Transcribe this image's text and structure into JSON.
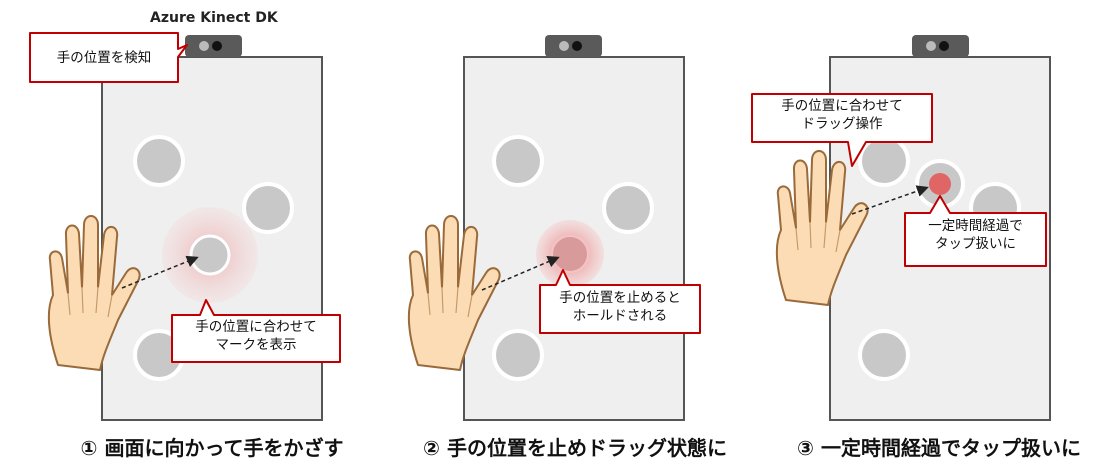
{
  "device_label": "Azure Kinect DK",
  "panels": [
    {
      "callouts": [
        {
          "text": "手の位置を検知"
        },
        {
          "text": "手の位置に合わせて\nマークを表示"
        }
      ],
      "caption": "① 画面に向かって手をかざす"
    },
    {
      "callouts": [
        {
          "text": "手の位置を止めると\nホールドされる"
        }
      ],
      "caption": "② 手の位置を止めドラッグ状態に"
    },
    {
      "callouts": [
        {
          "text": "手の位置に合わせて\nドラッグ操作"
        },
        {
          "text": "一定時間経過で\nタップ扱いに"
        }
      ],
      "caption": "③ 一定時間経過でタップ扱いに"
    }
  ],
  "colors": {
    "screen_fill": "#efefef",
    "screen_border": "#555555",
    "button_grey": "#c8c8c8",
    "callout_border": "#c00000",
    "mark_red": "#e06666",
    "hand_fill": "#fbdcb4",
    "hand_stroke": "#9a6a3a",
    "camera_body": "#5a5a5a"
  }
}
